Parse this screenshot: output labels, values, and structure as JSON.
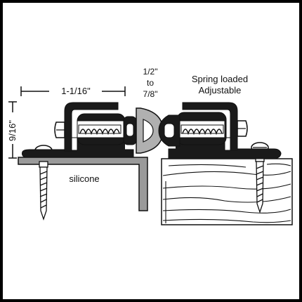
{
  "labels": {
    "width_dim": "1-1/16\"",
    "height_dim": "9/16\"",
    "gap_top": "1/2\"",
    "gap_mid": "to",
    "gap_bottom": "7/8\"",
    "spring_line1": "Spring loaded",
    "spring_line2": "Adjustable",
    "silicone": "silicone"
  },
  "colors": {
    "border": "#000000",
    "ink": "#111111",
    "metal_gray": "#9a9a9a",
    "bulb_gray": "#b0b0b0",
    "dark_part": "#1a1a1a"
  }
}
